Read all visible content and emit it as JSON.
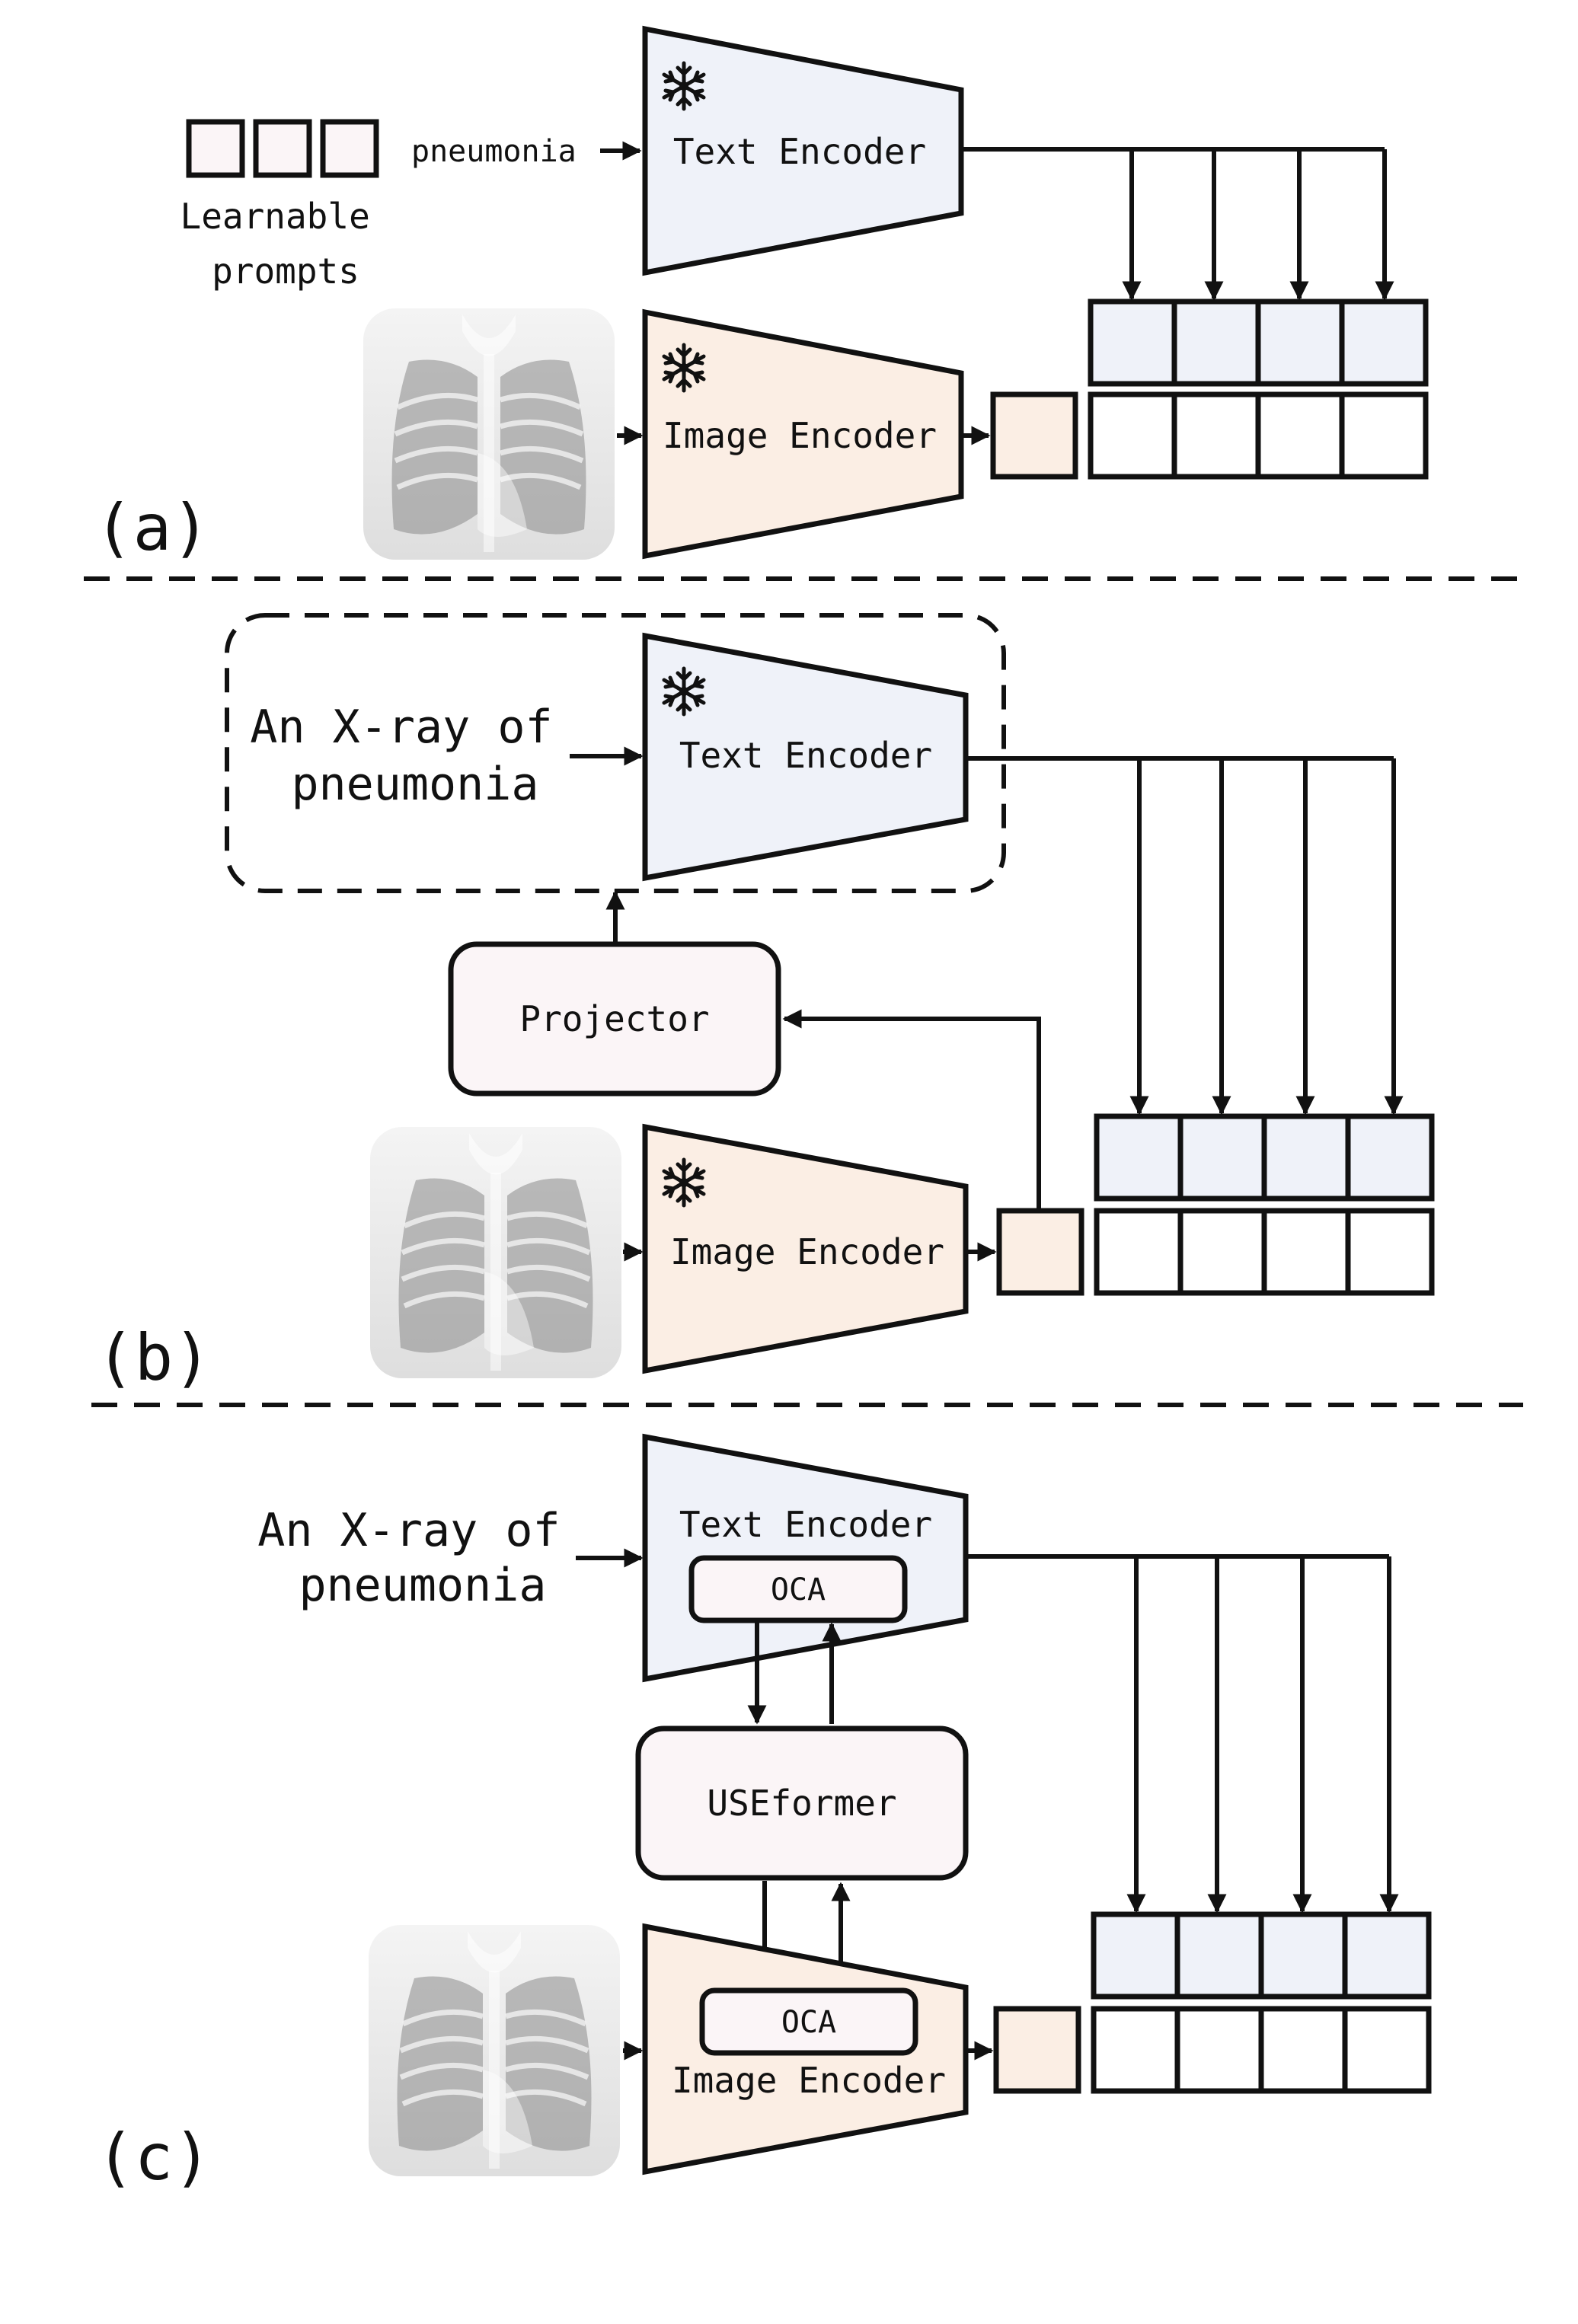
{
  "colors": {
    "stroke": "#111111",
    "text_encoder_fill": "#eff2f9",
    "image_encoder_fill": "#fbeee4",
    "module_fill": "#fbf5f7",
    "cell_fill": "#ffffff",
    "xray_bg": "#e6e6e6"
  },
  "icons": {
    "frozen": "snowflake-icon",
    "image": "chest-xray-image"
  },
  "panel_a": {
    "label": "(a)",
    "learnable_prompts": "Learnable\nprompts",
    "class_token": "pneumonia",
    "text_encoder": "Text Encoder",
    "image_encoder": "Image Encoder"
  },
  "panel_b": {
    "label": "(b)",
    "prompt": "An X-ray of\npneumonia",
    "text_encoder": "Text Encoder",
    "projector": "Projector",
    "image_encoder": "Image Encoder"
  },
  "panel_c": {
    "label": "(c)",
    "prompt": "An X-ray of\npneumonia",
    "text_encoder": "Text Encoder",
    "text_oca": "OCA",
    "useformer": "USEformer",
    "image_oca": "OCA",
    "image_encoder": "Image Encoder"
  }
}
